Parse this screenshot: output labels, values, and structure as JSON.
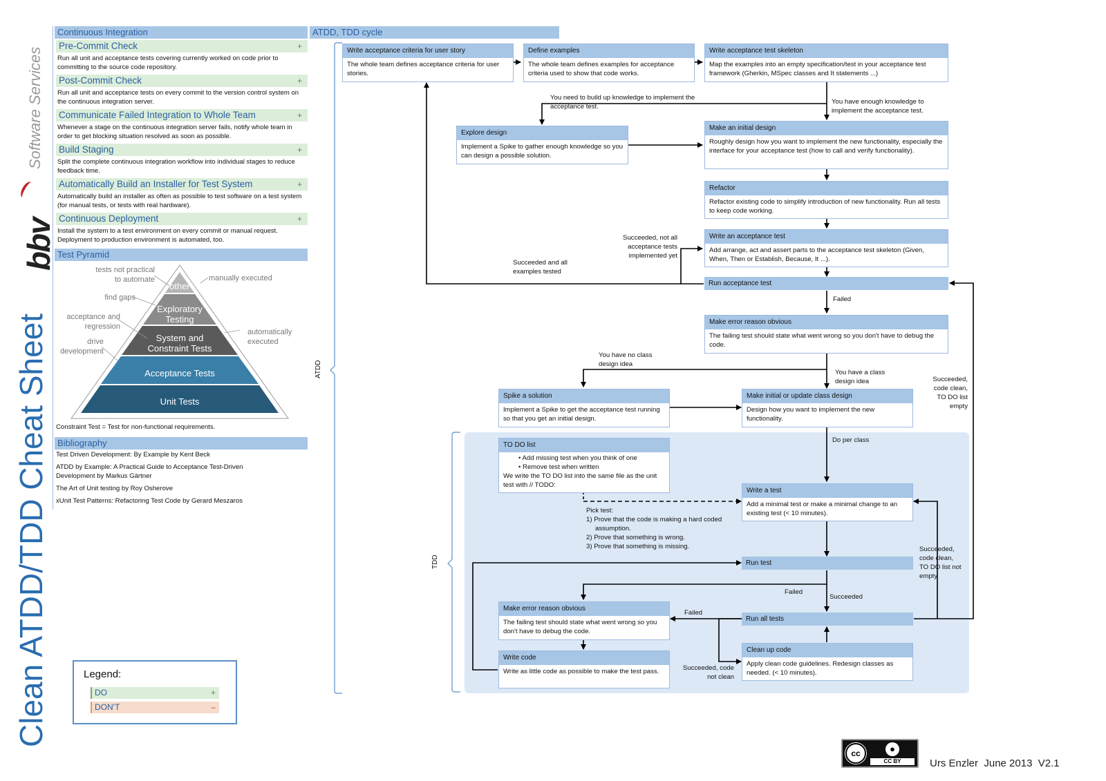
{
  "sidebar": {
    "brand": "bbv",
    "brand_sub": "Software Services",
    "title": "Clean ATDD/TDD Cheat Sheet"
  },
  "ci": {
    "title": "Continuous Integration",
    "items": [
      {
        "title": "Pre-Commit Check",
        "sign": "+",
        "text": "Run all unit and acceptance tests covering currently worked on code prior to committing to the source code repository."
      },
      {
        "title": "Post-Commit Check",
        "sign": "+",
        "text": "Run all unit and acceptance tests on every commit to the version control system on the continuous integration server."
      },
      {
        "title": "Communicate Failed Integration to Whole Team",
        "sign": "+",
        "text": "Whenever a stage on the continuous integration server fails, notify whole team in order to get blocking situation resolved as soon as possible."
      },
      {
        "title": "Build Staging",
        "sign": "+",
        "text": "Split the complete continuous integration workflow into individual stages to reduce feedback time."
      },
      {
        "title": "Automatically Build an Installer for Test System",
        "sign": "+",
        "text": "Automatically build an installer as often as possible to test software on a test system (for manual tests, or tests with real hardware)."
      },
      {
        "title": "Continuous Deployment",
        "sign": "+",
        "text": "Install the system to a test environment on every commit or manual request. Deployment to production environment is automated, too."
      }
    ]
  },
  "pyramid": {
    "title": "Test Pyramid",
    "layers": [
      "other",
      "Exploratory Testing",
      "System and Constraint Tests",
      "Acceptance Tests",
      "Unit Tests"
    ],
    "left_labels": [
      "tests not practical to automate",
      "find gaps",
      "acceptance and regression",
      "drive development"
    ],
    "right_labels": [
      "manually executed",
      "automatically executed"
    ],
    "note": "Constraint Test = Test for non-functional requirements."
  },
  "bibliography": {
    "title": "Bibliography",
    "items": [
      "Test Driven Development: By Example by Kent Beck",
      "ATDD by Example: A Practical Guide to Acceptance Test-Driven Development by Markus Gärtner",
      "The Art of Unit testing by Roy Osherove",
      "xUnit Test Patterns: Refactoring Test Code by Gerard Meszaros"
    ]
  },
  "legend": {
    "title": "Legend:",
    "do": "DO",
    "do_sign": "+",
    "dont": "DON'T",
    "dont_sign": "–"
  },
  "cycle": {
    "title": "ATDD, TDD cycle",
    "atdd_label": "ATDD",
    "tdd_label": "TDD",
    "boxes": {
      "criteria": {
        "title": "Write acceptance criteria for user story",
        "text": "The whole team defines acceptance criteria for user stories."
      },
      "examples": {
        "title": "Define examples",
        "text": "The whole team defines examples for acceptance criteria used to show that code works."
      },
      "skeleton": {
        "title": "Write acceptance test skeleton",
        "text": "Map the examples into an empty specification/test in your acceptance test framework (Gherkin, MSpec classes and It statements ...)"
      },
      "explore": {
        "title": "Explore design",
        "text": "Implement a Spike to gather enough knowledge so you can design a possible solution."
      },
      "initial_design": {
        "title": "Make an initial design",
        "text": "Roughly design how you want to implement the new functionality, especially the interface for your acceptance test (how to call and verify functionality)."
      },
      "refactor": {
        "title": "Refactor",
        "text": "Refactor existing code to simplify introduction of new functionality. Run all tests to keep code working."
      },
      "write_acc": {
        "title": "Write an acceptance test",
        "text": "Add arrange, act and assert parts to the acceptance test skeleton (Given, When, Then or Establish, Because, It ...)."
      },
      "run_acc": {
        "title": "Run acceptance test"
      },
      "error_acc": {
        "title": "Make error reason obvious",
        "text": "The failing test should state what went wrong so you don't have to debug the code."
      },
      "spike": {
        "title": "Spike a solution",
        "text": "Implement a Spike to get the acceptance test running so that you get an initial design."
      },
      "class_design": {
        "title": "Make initial or update class design",
        "text": "Design how you want to implement the new functionality."
      },
      "todo": {
        "title": "TO DO list",
        "bullets": [
          "Add missing test when you think of one",
          "Remove test when written"
        ],
        "text": "We write the TO DO list into the same file as the unit test with // TODO:"
      },
      "write_test": {
        "title": "Write a test",
        "text": "Add a minimal test or make a minimal change to an existing test (< 10 minutes)."
      },
      "run_test": {
        "title": "Run test"
      },
      "error_unit": {
        "title": "Make error reason obvious",
        "text": "The failing test should state what went wrong so you don't have to debug the code."
      },
      "run_all": {
        "title": "Run all tests"
      },
      "write_code": {
        "title": "Write code",
        "text": "Write as little code as possible to make the test pass."
      },
      "cleanup": {
        "title": "Clean up code",
        "text": "Apply clean code guidelines. Redesign classes as needed. (< 10 minutes)."
      }
    },
    "labels": {
      "need_knowledge": "You need to build up knowledge to implement the acceptance test.",
      "enough_knowledge": "You have enough knowledge to implement the acceptance test.",
      "succeeded_not_all": "Succeeded, not all acceptance tests implemented yet",
      "succeeded_all": "Succeeded and all examples tested",
      "failed_acc": "Failed",
      "no_class_idea": "You have no class design idea",
      "have_class_idea": "You have a class design idea",
      "succeeded_empty": "Succeeded, code clean, TO DO list empty",
      "per_class": "Do per class",
      "pick_test": "Pick test:",
      "pick_items": [
        "1) Prove that the code is making a hard coded",
        "assumption.",
        "2) Prove that something is wrong.",
        "3) Prove that something is missing."
      ],
      "succeeded_not_empty": "Succeeded, code clean, TO DO list not empty",
      "failed_run": "Failed",
      "succeeded_run": "Succeeded",
      "failed_all": "Failed",
      "succeeded_not_clean": "Succeeded, code not clean"
    }
  },
  "footer": {
    "license": "CC BY",
    "author": "Urs Enzler  June 2013  V2.1"
  }
}
